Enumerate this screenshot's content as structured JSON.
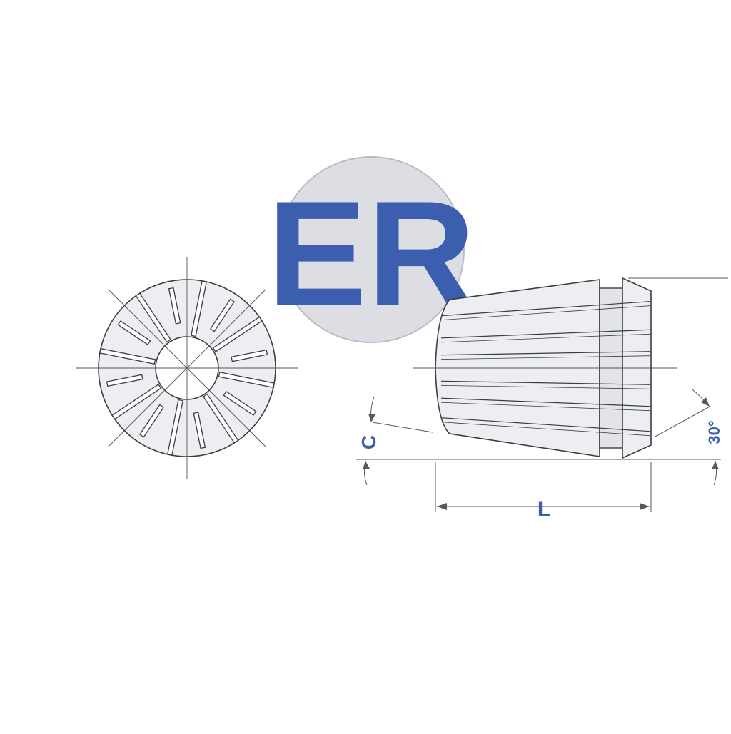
{
  "badge": {
    "text": "ER"
  },
  "dimensions": {
    "c_label": "C",
    "l_label": "L",
    "angle_label": "30°"
  },
  "colors": {
    "accent": "#3b5fae",
    "badge_fill": "#dcdee3",
    "badge_ring": "#b9bcc3",
    "part_fill": "#eceef1",
    "part_stroke": "#3a3d42"
  },
  "front_view": {
    "segments": 16,
    "outer_radius_mm": null
  }
}
